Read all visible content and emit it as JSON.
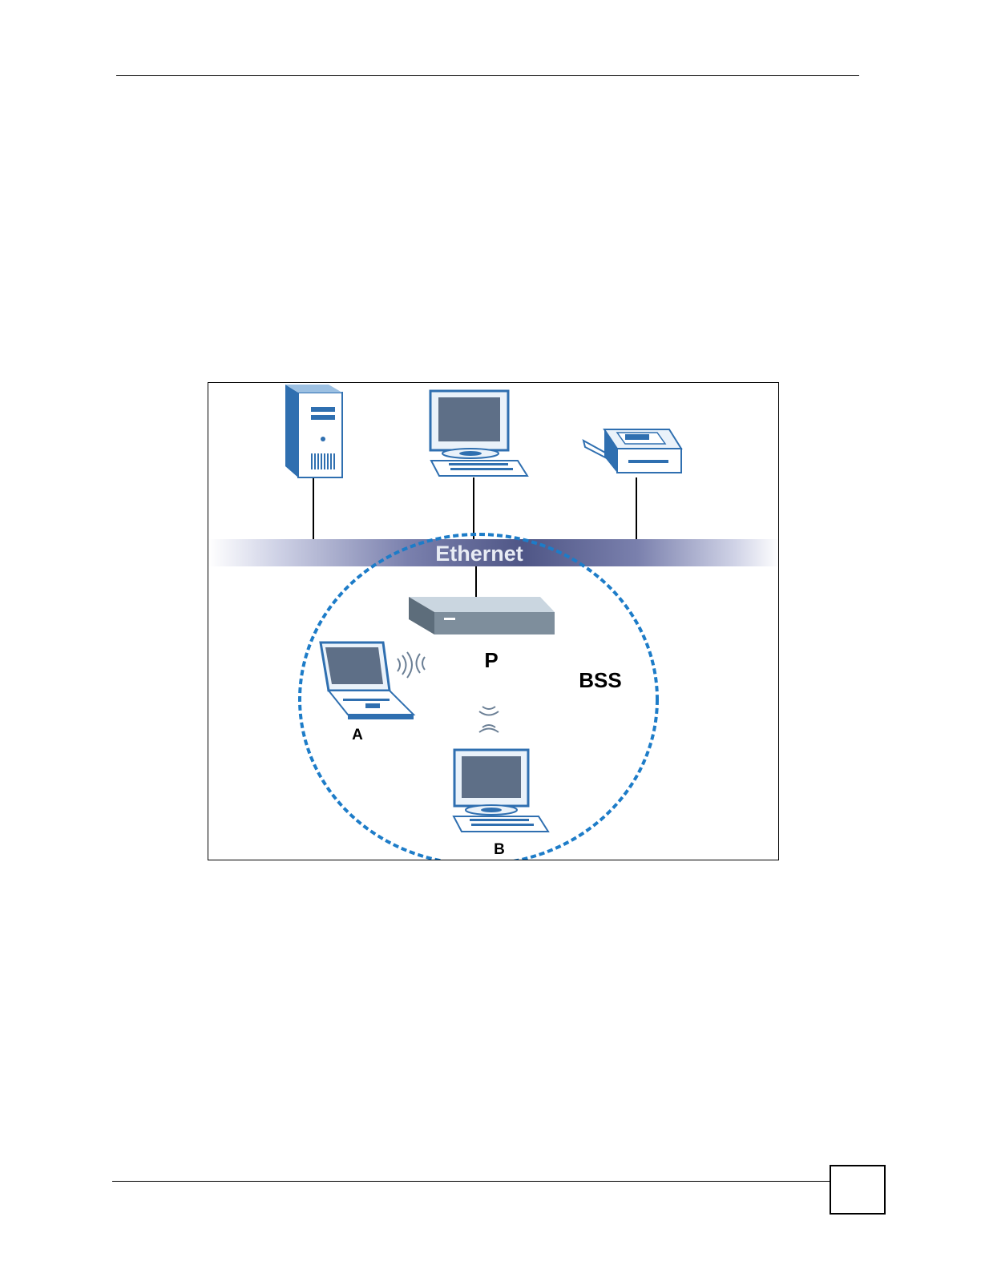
{
  "page": {
    "page_number": ""
  },
  "diagram": {
    "network_label": "Ethernet",
    "bss_label": "BSS",
    "access_point_label": "P",
    "station_a_label": "A",
    "station_b_label": "B",
    "colors": {
      "device_blue": "#2f6fb0",
      "screen": "#5e6f87",
      "ethernet_band": "#4f5a8c",
      "bss_circle": "#1d7cc8",
      "access_point": "#7e8e9c"
    }
  }
}
